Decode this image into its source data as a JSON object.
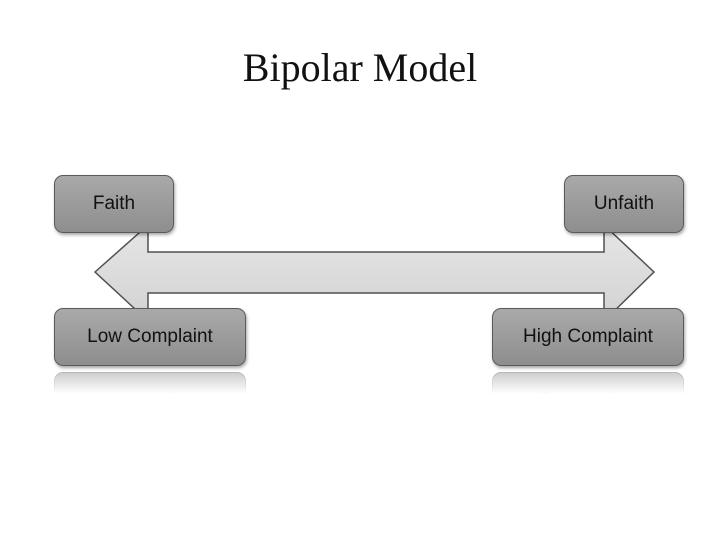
{
  "slide": {
    "title": "Bipolar Model"
  },
  "diagram": {
    "left_top_label": "Faith",
    "right_top_label": "Unfaith",
    "left_bottom_label": "Low Complaint",
    "right_bottom_label": "High Complaint",
    "colors": {
      "box_fill": "#9c9c9c",
      "box_border": "#5a5a5a",
      "arrow_fill": "#dcdcdc",
      "arrow_stroke": "#505050"
    }
  }
}
